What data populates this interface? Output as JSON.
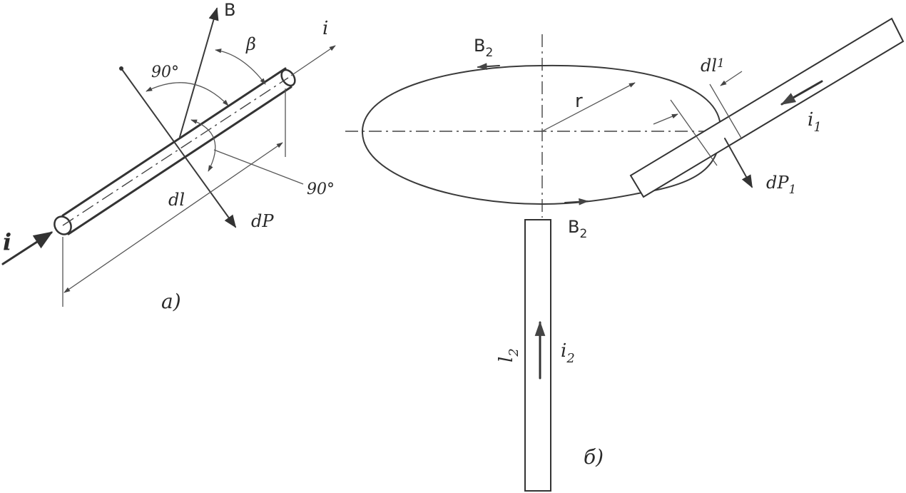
{
  "figure_a": {
    "B": "B",
    "beta": "β",
    "i_top": "i",
    "i_left": "i",
    "angle_upper": "90°",
    "angle_lower": "90°",
    "dl": "dl",
    "dP": "dP",
    "caption": "a)"
  },
  "figure_b": {
    "B2_top": "B",
    "B2_top_sub": "2",
    "B2_bottom": "B",
    "B2_bottom_sub": "2",
    "r": "r",
    "dl1": "dl",
    "dl1_sub": "1",
    "i1": "i",
    "i1_sub": "1",
    "dP1": "dP",
    "dP1_sub": "1",
    "l2": "l",
    "l2_sub": "2",
    "i2": "i",
    "i2_sub": "2",
    "caption": "б)"
  }
}
